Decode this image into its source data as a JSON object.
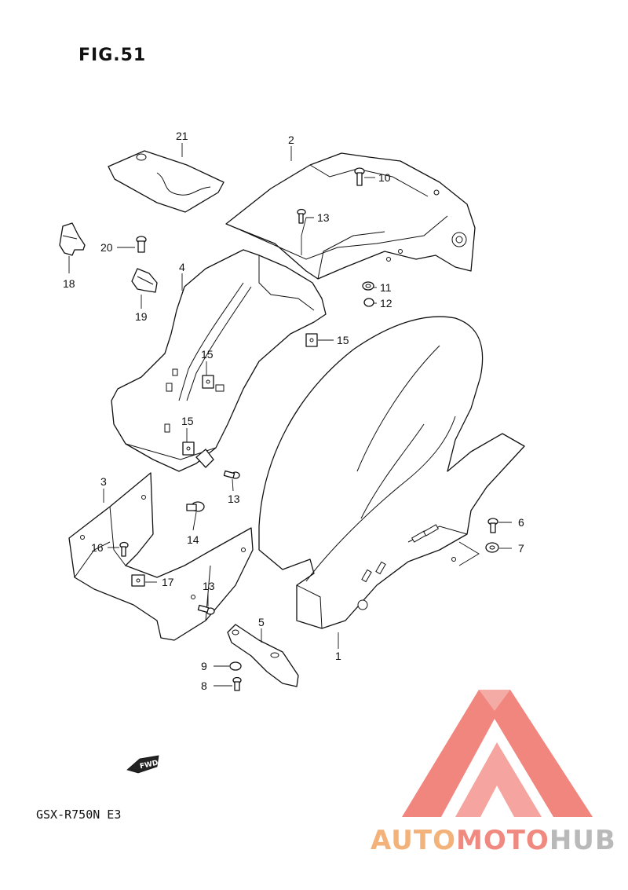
{
  "figure": {
    "title": "FIG.51",
    "model": "GSX-R750N  E3"
  },
  "fwd_arrow": {
    "label": "FWD",
    "icon": "fwd-arrow-icon"
  },
  "watermark": {
    "part1": "AUTO",
    "part2": "MOTO",
    "part3": "HUB",
    "colors": {
      "auto": "#f3b27a",
      "moto": "#f08a80",
      "hub": "#b9b9b9",
      "logo": "#f07a72"
    }
  },
  "labels": {
    "p21": "21",
    "p2": "2",
    "p10": "10",
    "p13a": "13",
    "p20": "20",
    "p18": "18",
    "p4": "4",
    "p19": "19",
    "p11": "11",
    "p12": "12",
    "p15a": "15",
    "p15b": "15",
    "p15c": "15",
    "p13b": "13",
    "p3": "3",
    "p14": "14",
    "p16": "16",
    "p17": "17",
    "p13c": "13",
    "p6": "6",
    "p7": "7",
    "p5": "5",
    "p1": "1",
    "p9": "9",
    "p8": "8"
  }
}
